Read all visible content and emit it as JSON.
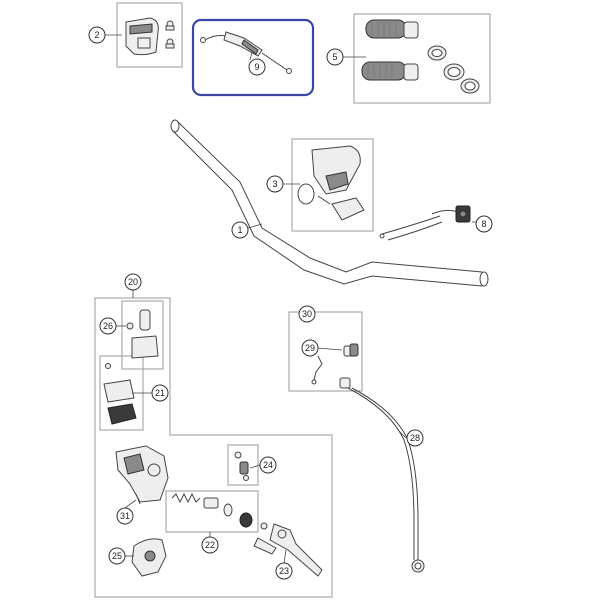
{
  "highlight_color": "#3a45a8",
  "callouts": {
    "c1": "1",
    "c2": "2",
    "c3": "3",
    "c5": "5",
    "c8": "8",
    "c9": "9",
    "c20": "20",
    "c21": "21",
    "c22": "22",
    "c23": "23",
    "c24": "24",
    "c25": "25",
    "c26": "26",
    "c28": "28",
    "c29": "29",
    "c30": "30",
    "c31": "31"
  }
}
